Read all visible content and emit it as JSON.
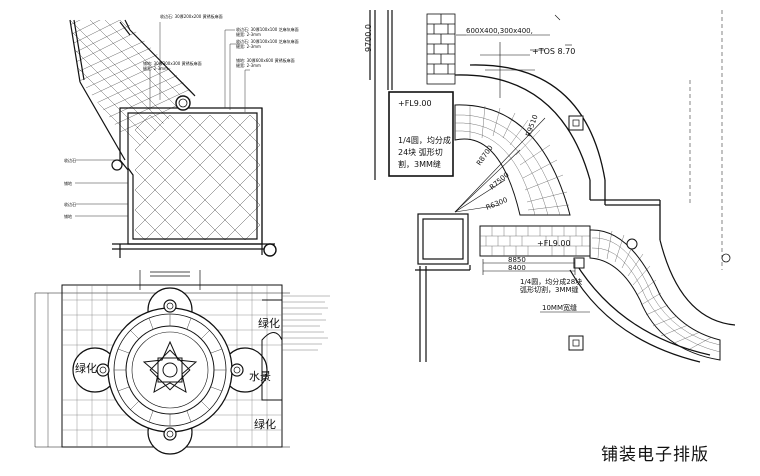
{
  "caption": "铺装电子排版",
  "top_left_plan": {
    "notes": [
      "收边石: 30厚200x200 黄锈板麻面",
      "收边石: 30厚100x100 芝麻灰麻面",
      "缝宽: 2-3mm",
      "缝宽: 2-3mm",
      "铺地: 30厚600x600 黄锈板麻面",
      "缝宽: 2-3mm",
      "铺地: 30厚300x300 黄锈板麻面",
      "缝宽: 2-3mm"
    ],
    "side_labels": [
      "收边石",
      "铺地",
      "收边石",
      "铺地"
    ]
  },
  "bottom_left_plan": {
    "green_labels": [
      "绿化",
      "绿化",
      "绿化",
      "水景"
    ]
  },
  "right_plan": {
    "elev_fl_top": "+FL9.00",
    "elev_fl_mid": "+FL9.00",
    "elev_tos": "+TOS 8.70",
    "tile_sizes": "600X400,300x400,",
    "note_arc_1_line1": "1/4圆，均分成",
    "note_arc_1_line2": "24块 弧形切",
    "note_arc_1_line3": "割，3MM缝",
    "note_arc_2_line1": "1/4圆，均分成28块",
    "note_arc_2_line2": "弧形切割，3MM缝",
    "joint": "10MM宽缝",
    "dim_top": "9700.0",
    "dim_8850": "8850",
    "dim_8400": "8400",
    "r_labels": [
      "R8700",
      "R7500",
      "R6300",
      "R9510"
    ]
  }
}
